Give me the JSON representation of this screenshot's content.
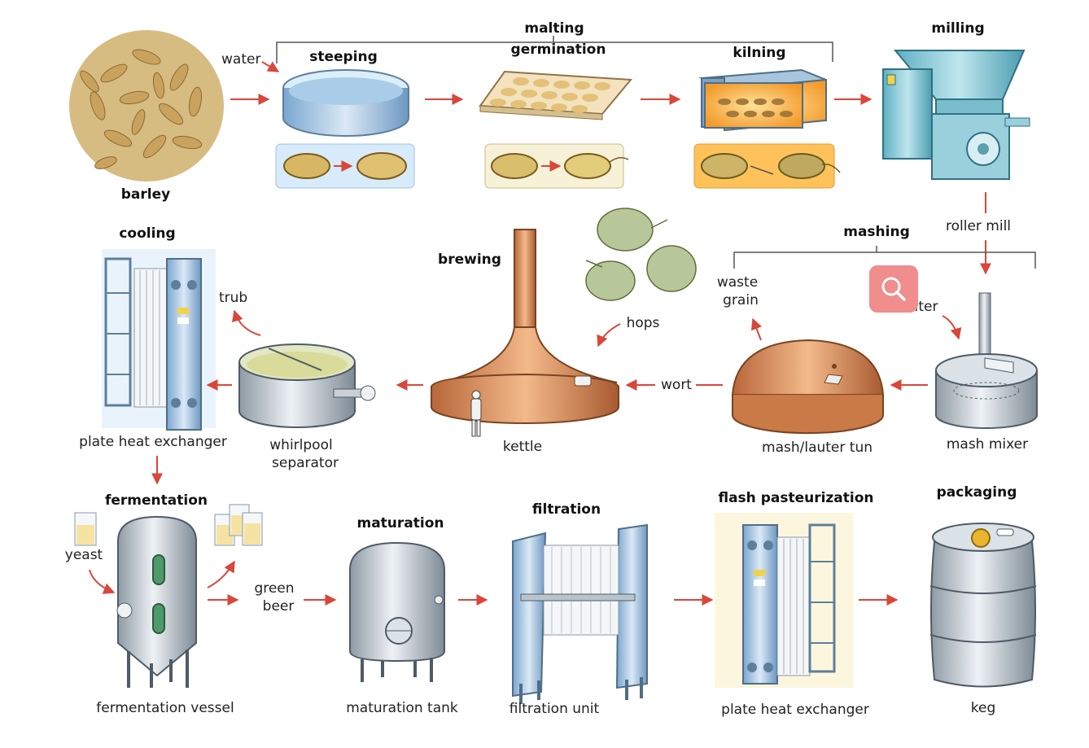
{
  "stages": {
    "malting": "malting",
    "milling": "milling",
    "mashing": "mashing",
    "brewing": "brewing",
    "cooling": "cooling",
    "fermentation": "fermentation",
    "maturation": "maturation",
    "filtration": "filtration",
    "flash_pasteurization": "flash pasteurization",
    "packaging": "packaging"
  },
  "substeps": {
    "steeping": "steeping",
    "germination": "germination",
    "kilning": "kilning"
  },
  "labels": {
    "water_top": "water",
    "barley": "barley",
    "roller_mill": "roller mill",
    "waste_grain_line1": "waste",
    "waste_grain_line2": "grain",
    "water_mash": "water",
    "hops": "hops",
    "trub": "trub",
    "wort": "wort",
    "plate_heat_exchanger_1": "plate heat exchanger",
    "whirlpool_line1": "whirlpool",
    "whirlpool_line2": "separator",
    "kettle": "kettle",
    "mash_lauter_tun": "mash/lauter tun",
    "mash_mixer": "mash mixer",
    "yeast": "yeast",
    "green_beer_line1": "green",
    "green_beer_line2": "beer",
    "fermentation_vessel": "fermentation vessel",
    "maturation_tank": "maturation tank",
    "filtration_unit": "filtration unit",
    "plate_heat_exchanger_2": "plate heat exchanger",
    "keg": "keg"
  },
  "icons": {
    "search": "search-icon"
  },
  "colors": {
    "arrow": "#d9463a",
    "copper": "#d98b55",
    "steel": "#b8c4cc",
    "blue_steel": "#8fb4d6",
    "search_bg": "#f08d8d"
  }
}
